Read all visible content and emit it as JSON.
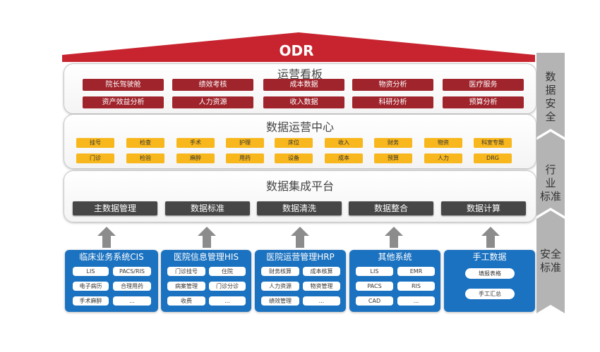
{
  "header": {
    "title": "ODR"
  },
  "layers": {
    "dashboard": {
      "title": "运营看板",
      "row1": [
        "院长驾驶舱",
        "绩效考核",
        "成本数据",
        "物资分析",
        "医疗服务"
      ],
      "row2": [
        "资产效益分析",
        "人力资源",
        "收入数据",
        "科研分析",
        "预算分析"
      ]
    },
    "operations_center": {
      "title": "数据运营中心",
      "row1": [
        "挂号",
        "检查",
        "手术",
        "护理",
        "床位",
        "收入",
        "财务",
        "物资",
        "科室专题"
      ],
      "row2": [
        "门诊",
        "检验",
        "麻醉",
        "用药",
        "设备",
        "成本",
        "预算",
        "人力",
        "DRG"
      ]
    },
    "integration_platform": {
      "title": "数据集成平台",
      "items": [
        "主数据管理",
        "数据标准",
        "数据清洗",
        "数据整合",
        "数据计算"
      ]
    }
  },
  "sources": [
    {
      "title": "临床业务系统CIS",
      "items": [
        "LIS",
        "PACS/RIS",
        "电子病历",
        "合理用药",
        "手术麻醉",
        "..."
      ]
    },
    {
      "title": "医院信息管理HIS",
      "items": [
        "门诊挂号",
        "住院",
        "病案管理",
        "门诊分诊",
        "收费",
        "..."
      ]
    },
    {
      "title": "医院运营管理HRP",
      "items": [
        "财务核算",
        "成本核算",
        "人力资源",
        "物资管理",
        "绩效管理",
        "..."
      ]
    },
    {
      "title": "其他系统",
      "items": [
        "LIS",
        "EMR",
        "PACS",
        "RIS",
        "CAD",
        "..."
      ]
    },
    {
      "title": "手工数据",
      "items": [
        "填报表格",
        "手工汇总"
      ]
    }
  ],
  "sidebar": {
    "segments": [
      {
        "line1": "数",
        "line2": "据",
        "line3": "安",
        "line4": "全"
      },
      {
        "line1": "行",
        "line2": "业",
        "line3": "标准"
      },
      {
        "line1": "安全",
        "line2": "标准"
      }
    ]
  },
  "colors": {
    "roof_red": "#c8242f",
    "chip_red": "#a0242c",
    "chip_yellow": "#f8b71c",
    "chip_dark": "#464646",
    "source_blue": "#1b72c0",
    "arrow_gray": "#8c8c8c",
    "sidebar_gray": "#b4b4b4"
  }
}
